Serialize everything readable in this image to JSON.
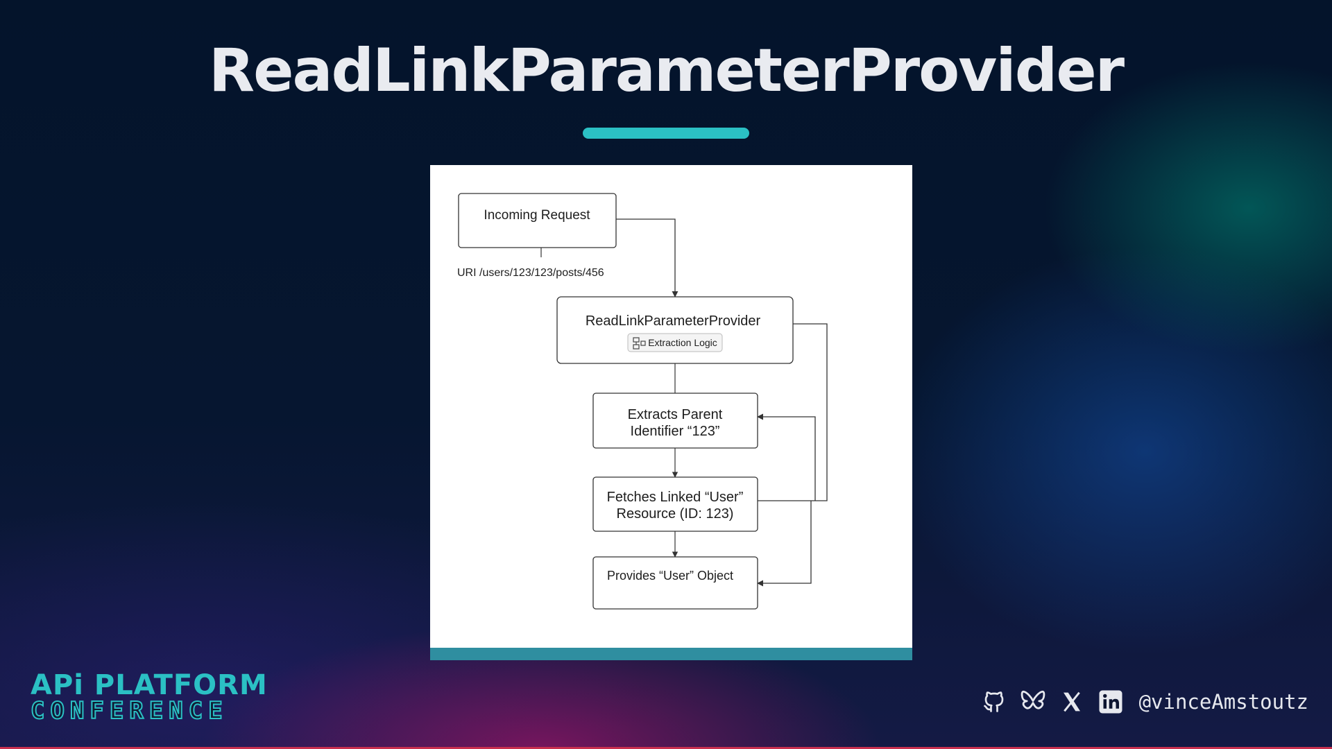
{
  "slide": {
    "title": "ReadLinkParameterProvider"
  },
  "diagram": {
    "nodes": {
      "incoming_request": "Incoming Request",
      "uri_label": "URI /users/123/123/posts/456",
      "provider_title": "ReadLinkParameterProvider",
      "provider_badge": "Extraction Logic",
      "extracts_line1": "Extracts Parent",
      "extracts_line2": "Identifier “123”",
      "fetches_line1": "Fetches Linked “User”",
      "fetches_line2": "Resource (ID: 123)",
      "provides": "Provides “User” Object"
    }
  },
  "footer": {
    "logo_top": "APi PLATFORM",
    "logo_bottom": "CONFERENCE",
    "handle": "@vinceAmstoutz",
    "icons": [
      "github-icon",
      "bluesky-icon",
      "x-icon",
      "linkedin-icon"
    ],
    "accent_color": "#2bc0c4"
  }
}
